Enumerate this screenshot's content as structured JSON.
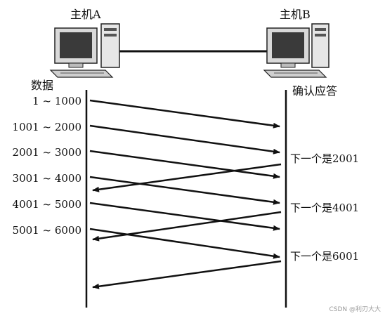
{
  "diagram": {
    "host_a": "主机A",
    "host_b": "主机B",
    "data_heading": "数据",
    "ack_heading": "确认应答",
    "segments": [
      {
        "range": "1 ~ 1000"
      },
      {
        "range": "1001 ~ 2000"
      },
      {
        "range": "2001 ~ 3000"
      },
      {
        "range": "3001 ~ 4000"
      },
      {
        "range": "4001 ~ 5000"
      },
      {
        "range": "5001 ~ 6000"
      }
    ],
    "acks": [
      {
        "text": "下一个是2001"
      },
      {
        "text": "下一个是4001"
      },
      {
        "text": "下一个是6001"
      }
    ],
    "watermark": "CSDN @利刃大大"
  }
}
